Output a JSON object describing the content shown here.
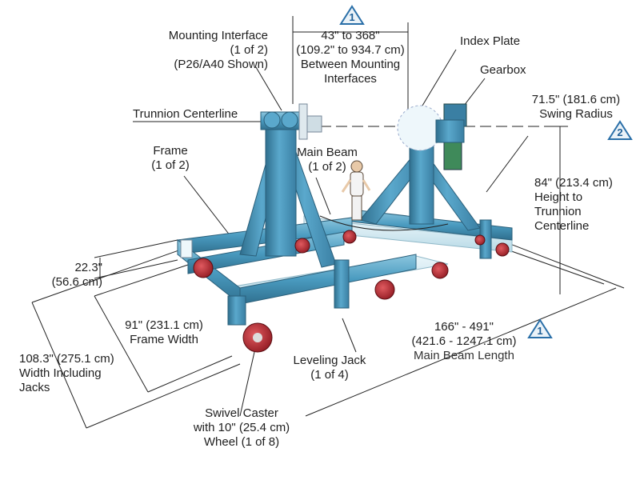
{
  "labels": {
    "mounting_interface": [
      "Mounting Interface",
      "(1 of 2)",
      "(P26/A40 Shown)"
    ],
    "between_interfaces": [
      "43\" to 368\"",
      "(109.2\" to 934.7 cm)",
      "Between Mounting",
      "Interfaces"
    ],
    "index_plate": [
      "Index Plate"
    ],
    "gearbox": [
      "Gearbox"
    ],
    "swing_radius": [
      "71.5\" (181.6 cm)",
      "Swing Radius"
    ],
    "trunnion_centerline": [
      "Trunnion Centerline"
    ],
    "frame": [
      "Frame",
      "(1 of 2)"
    ],
    "main_beam": [
      "Main Beam",
      "(1 of 2)"
    ],
    "height_trunnion": [
      "84\" (213.4 cm)",
      "Height to",
      "Trunnion",
      "Centerline"
    ],
    "frame_height": [
      "22.3\"",
      "(56.6 cm)"
    ],
    "frame_width": [
      "91\" (231.1 cm)",
      "Frame Width"
    ],
    "width_jacks": [
      "108.3\" (275.1 cm)",
      "Width Including",
      "Jacks"
    ],
    "leveling_jack": [
      "Leveling Jack",
      "(1 of 4)"
    ],
    "main_beam_length": [
      "166\" - 491\"",
      "(421.6 - 1247.1 cm)",
      "Main Beam Length"
    ],
    "swivel_caster": [
      "Swivel Caster",
      "with 10\" (25.4 cm)",
      "Wheel (1 of 8)"
    ]
  },
  "badges": {
    "note_1_top": "1",
    "note_2": "2",
    "note_1_right": "1"
  },
  "colors": {
    "frame": "#4a9bc0",
    "frame_dark": "#2f6f8e",
    "frame_light": "#8cc6de",
    "beam": "#cfe7ef",
    "wheel_red": "#b3202a",
    "gearbox": "#3f8a5a",
    "badge": "#2a6fa8",
    "leader": "#222222"
  }
}
